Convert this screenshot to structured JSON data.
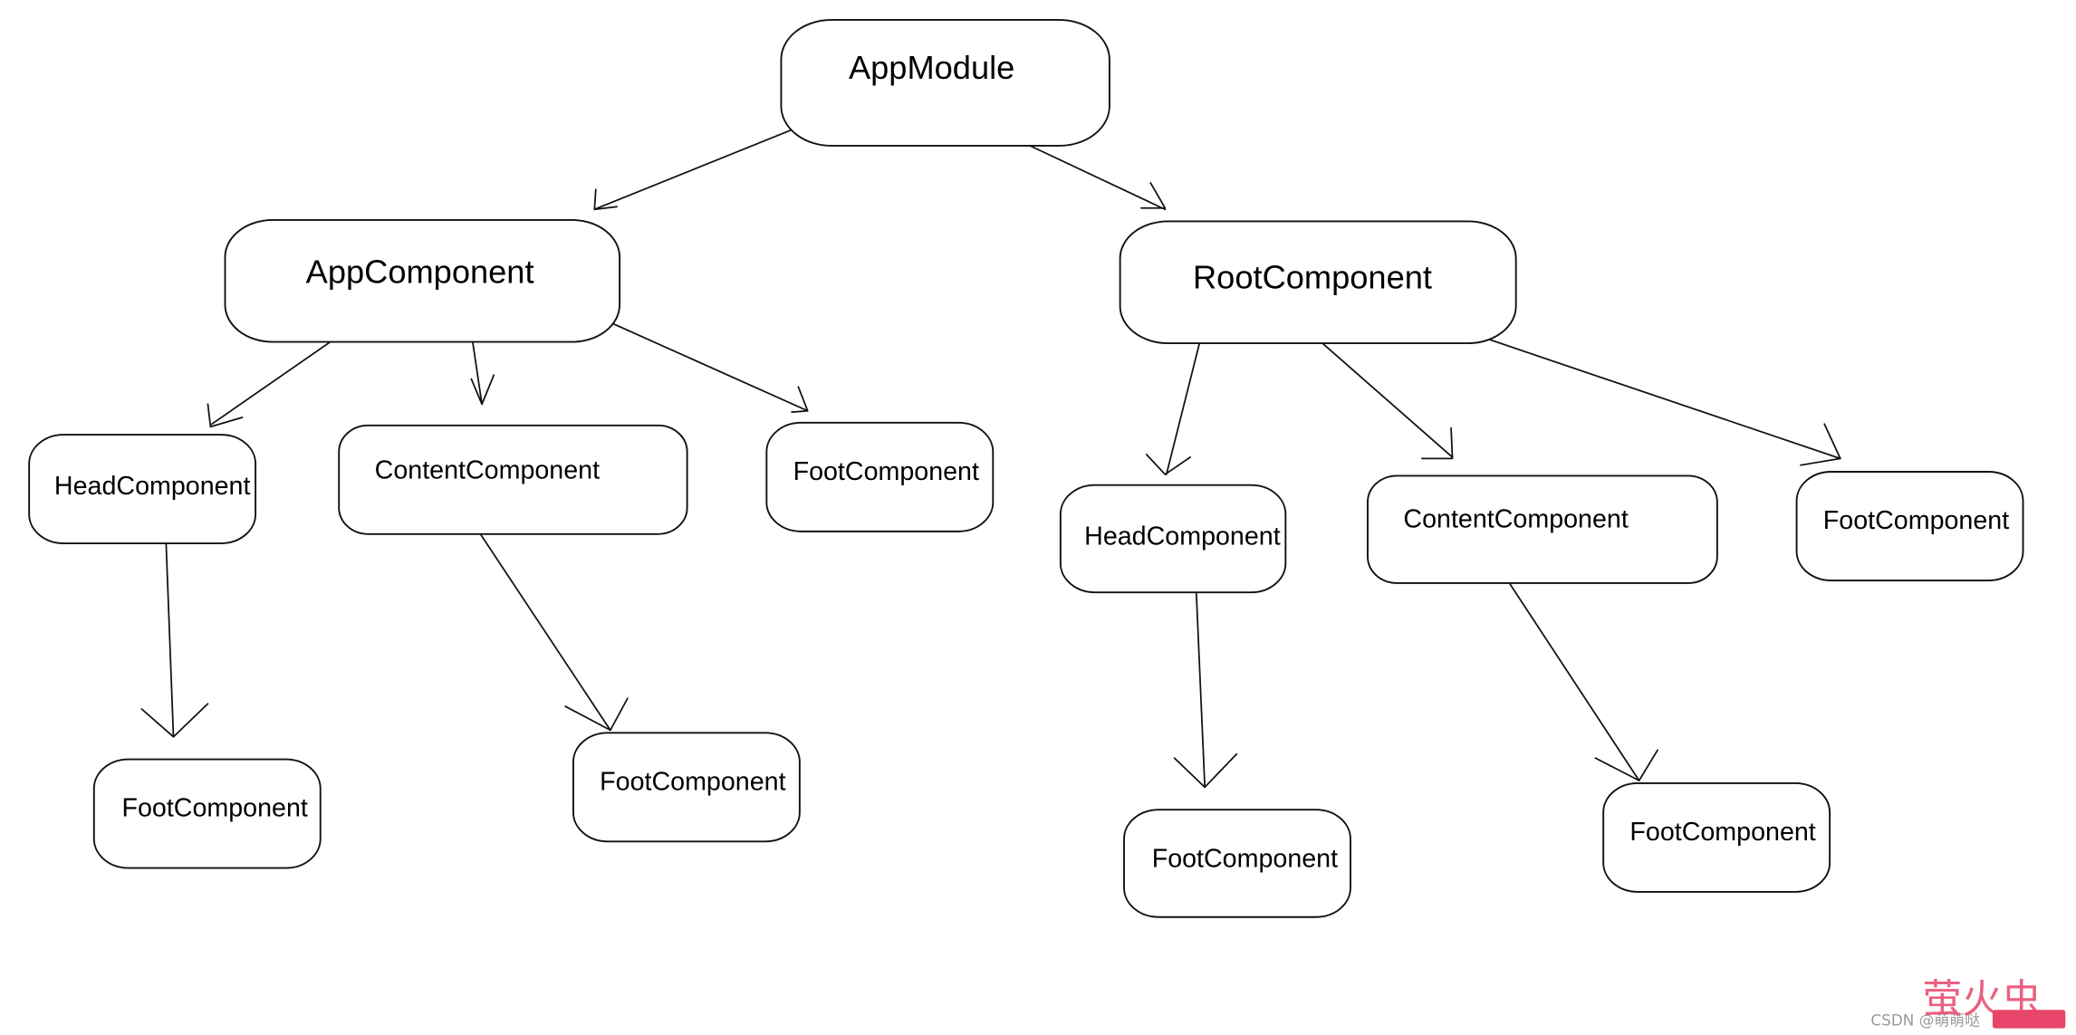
{
  "nodes": {
    "app_module": "AppModule",
    "app_component": "AppComponent",
    "root_component": "RootComponent",
    "app_head": "HeadComponent",
    "app_content": "ContentComponent",
    "app_foot": "FootComponent",
    "app_head_foot": "FootComponent",
    "app_content_foot": "FootComponent",
    "root_head": "HeadComponent",
    "root_content": "ContentComponent",
    "root_foot": "FootComponent",
    "root_head_foot": "FootComponent",
    "root_content_foot": "FootComponent"
  },
  "edges": [
    {
      "from": "app_module",
      "to": "app_component"
    },
    {
      "from": "app_module",
      "to": "root_component"
    },
    {
      "from": "app_component",
      "to": "app_head"
    },
    {
      "from": "app_component",
      "to": "app_content"
    },
    {
      "from": "app_component",
      "to": "app_foot"
    },
    {
      "from": "root_component",
      "to": "root_head"
    },
    {
      "from": "root_component",
      "to": "root_content"
    },
    {
      "from": "root_component",
      "to": "root_foot"
    },
    {
      "from": "app_head",
      "to": "app_head_foot"
    },
    {
      "from": "app_content",
      "to": "app_content_foot"
    },
    {
      "from": "root_head",
      "to": "root_head_foot"
    },
    {
      "from": "root_content",
      "to": "root_content_foot"
    }
  ],
  "watermark": {
    "source": "CSDN @萌萌哒",
    "overlay": "萤火虫"
  },
  "colors": {
    "line": "#111111",
    "background": "#ffffff",
    "watermark_text": "#9a9a9a",
    "watermark_overlay": "#e8456b"
  }
}
